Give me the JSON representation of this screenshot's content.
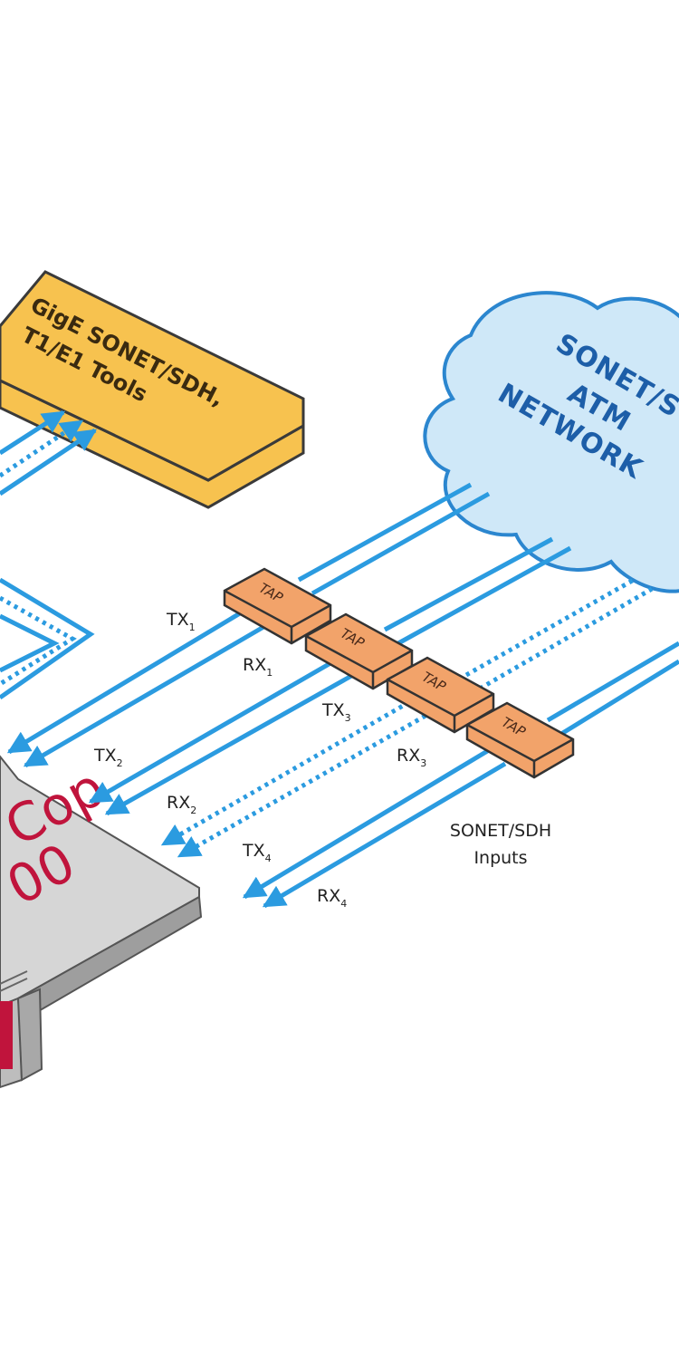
{
  "diagram": {
    "tools_box": {
      "line1": "GigE SONET/SDH,",
      "line2": "T1/E1 Tools"
    },
    "cloud": {
      "line1": "SONET/S",
      "line2": "ATM",
      "line3": "NETWORK"
    },
    "appliance": {
      "brand_line1": "Cop",
      "brand_line2": "00"
    },
    "taps": [
      {
        "label": "TAP"
      },
      {
        "label": "TAP"
      },
      {
        "label": "TAP"
      },
      {
        "label": "TAP"
      }
    ],
    "signals": [
      {
        "main": "TX",
        "sub": "1"
      },
      {
        "main": "RX",
        "sub": "1"
      },
      {
        "main": "TX",
        "sub": "2"
      },
      {
        "main": "RX",
        "sub": "2"
      },
      {
        "main": "TX",
        "sub": "3"
      },
      {
        "main": "RX",
        "sub": "3"
      },
      {
        "main": "TX",
        "sub": "4"
      },
      {
        "main": "RX",
        "sub": "4"
      }
    ],
    "inputs_caption": {
      "line1": "SONET/SDH",
      "line2": "Inputs"
    },
    "colors": {
      "link": "#2b9be0",
      "tap_fill": "#f2a36a",
      "tools_fill": "#f7c24f",
      "cloud_fill": "#cfe8f8",
      "cloud_stroke": "#2b86cf",
      "brand": "#c0143c"
    }
  }
}
